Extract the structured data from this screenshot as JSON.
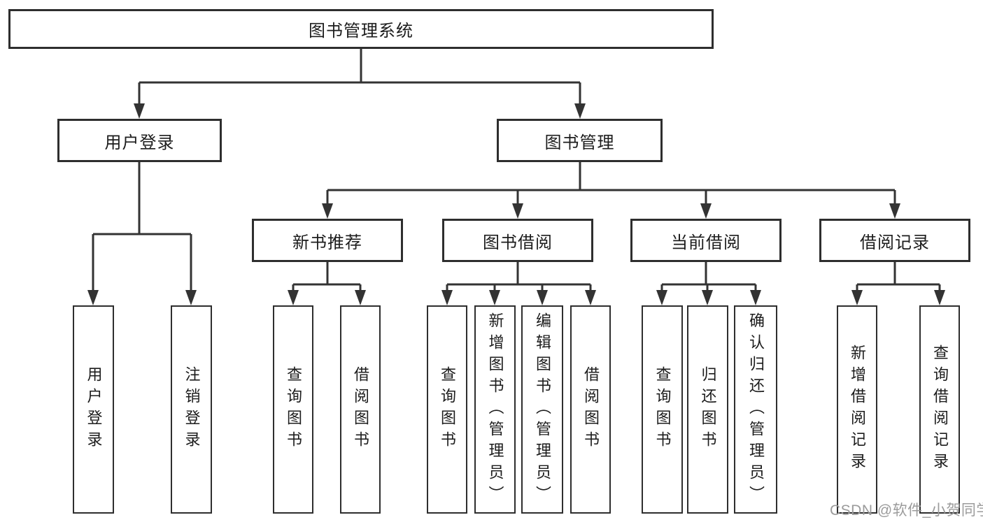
{
  "colors": {
    "background": "#ffffff",
    "box_border": "#2e2e2e",
    "connector_line": "#333333",
    "text": "#1c1c1c",
    "watermark": "#9b9b9b"
  },
  "watermark": "CSDN @软件_小贺同学",
  "tree": {
    "root": {
      "label": "图书管理系统"
    },
    "branches": [
      {
        "label": "用户登录",
        "children": [
          {
            "label": "用户登录"
          },
          {
            "label": "注销登录"
          }
        ]
      },
      {
        "label": "图书管理",
        "children": [
          {
            "label": "新书推荐",
            "children": [
              {
                "label": "查询图书"
              },
              {
                "label": "借阅图书"
              }
            ]
          },
          {
            "label": "图书借阅",
            "children": [
              {
                "label": "查询图书"
              },
              {
                "label": "新增图书（管理员）"
              },
              {
                "label": "编辑图书（管理员）"
              },
              {
                "label": "借阅图书"
              }
            ]
          },
          {
            "label": "当前借阅",
            "children": [
              {
                "label": "查询图书"
              },
              {
                "label": "归还图书"
              },
              {
                "label": "确认归还（管理员）"
              }
            ]
          },
          {
            "label": "借阅记录",
            "children": [
              {
                "label": "新增借阅记录"
              },
              {
                "label": "查询借阅记录"
              }
            ]
          }
        ]
      }
    ]
  }
}
